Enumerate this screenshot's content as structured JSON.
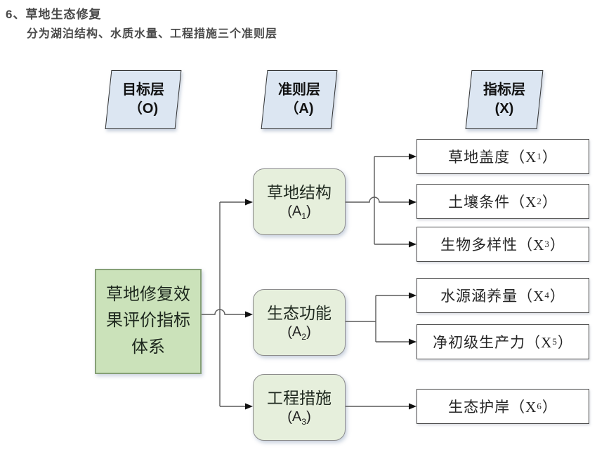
{
  "page": {
    "title_line1": "6、草地生态修复",
    "title_line2": "分为湖泊结构、水质水量、工程措施三个准则层"
  },
  "layers": [
    {
      "label": "目标层",
      "code": "（O)"
    },
    {
      "label": "准则层",
      "code": "（A)"
    },
    {
      "label": "指标层",
      "code": "(X)"
    }
  ],
  "goal": {
    "line1": "草地修复效",
    "line2": "果评价指标",
    "line3": "体系"
  },
  "criteria": [
    {
      "name": "草地结构",
      "code_prefix": "(A",
      "code_sub": "1",
      "code_suffix": ")"
    },
    {
      "name": "生态功能",
      "code_prefix": "(A",
      "code_sub": "2",
      "code_suffix": ")"
    },
    {
      "name": "工程措施",
      "code_prefix": "(A",
      "code_sub": "3",
      "code_suffix": ")"
    }
  ],
  "indicators": [
    {
      "name": "草地盖度",
      "code_prefix": "（X",
      "code_sub": "1",
      "code_suffix": "）"
    },
    {
      "name": "土壤条件",
      "code_prefix": "（X",
      "code_sub": "2",
      "code_suffix": "）"
    },
    {
      "name": "生物多样性",
      "code_prefix": "（X",
      "code_sub": "3",
      "code_suffix": "）"
    },
    {
      "name": "水源涵养量",
      "code_prefix": "（X",
      "code_sub": "4",
      "code_suffix": "）"
    },
    {
      "name": "净初级生产力",
      "code_prefix": "（X",
      "code_sub": "5",
      "code_suffix": "）"
    },
    {
      "name": "生态护岸",
      "code_prefix": "（X",
      "code_sub": "6",
      "code_suffix": "）"
    }
  ],
  "colors": {
    "layer_fill": "#dce6f2",
    "layer_border": "#333333",
    "goal_fill": "#cbe2ba",
    "goal_border": "#86a076",
    "criteria_fill": "#e6efdc",
    "criteria_border": "#8c8c8c",
    "indicator_fill": "#ffffff",
    "indicator_border": "#4d4d4d",
    "connector_line": "#5a5a5a",
    "arrowhead": "#111111",
    "title_text": "#4a4a4a"
  }
}
